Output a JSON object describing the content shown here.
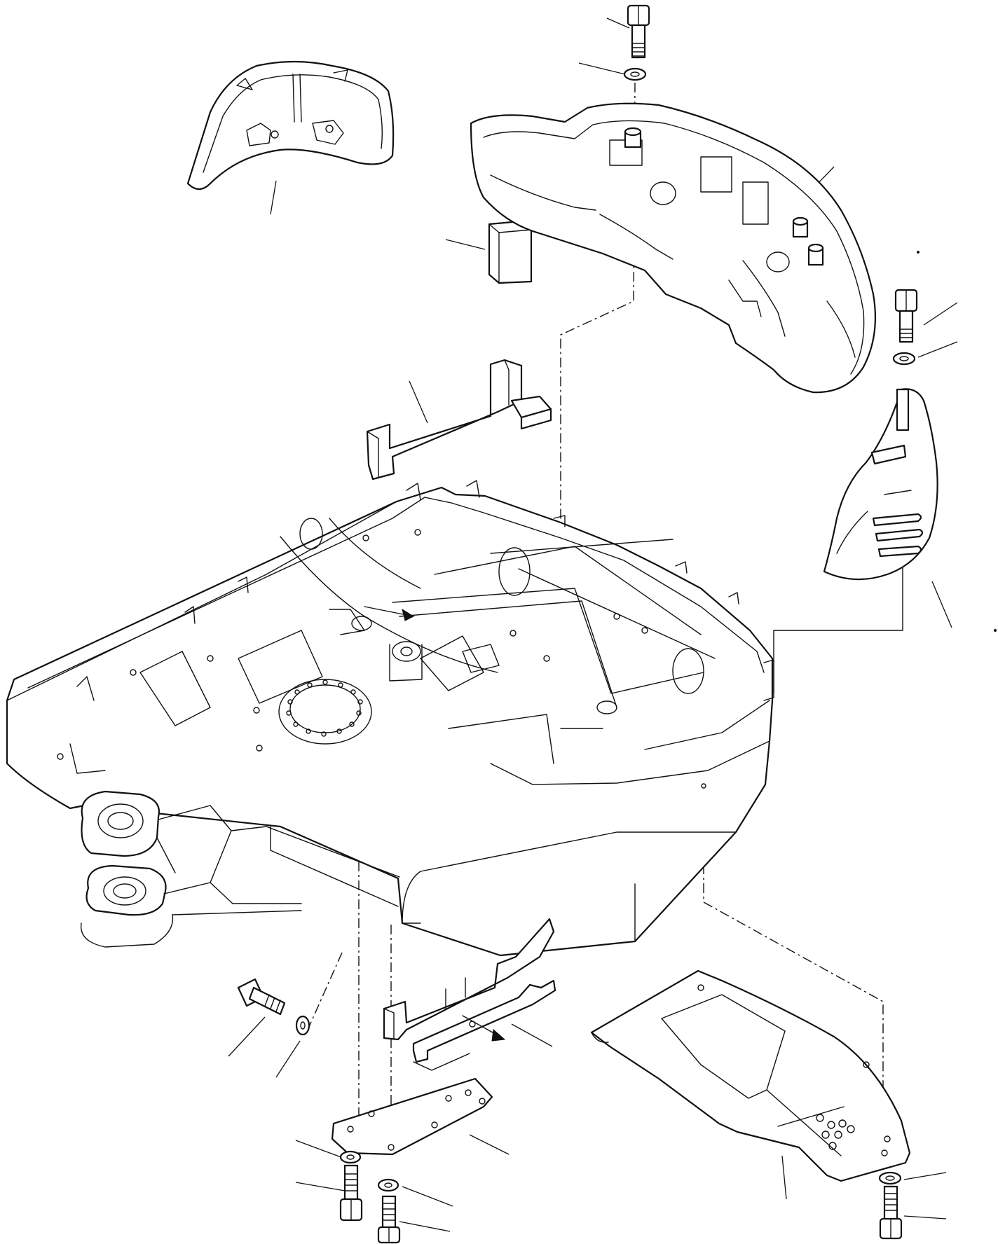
{
  "diagram": {
    "colors": {
      "ink": "#111111",
      "paper": "#ffffff"
    },
    "parts": [
      {
        "key": "bolt-top",
        "icon": "bolt-icon"
      },
      {
        "key": "washer-top",
        "icon": "washer-icon"
      },
      {
        "key": "counterweight",
        "icon": "counterweight-icon"
      },
      {
        "key": "left-cover",
        "icon": "cover-icon"
      },
      {
        "key": "pad",
        "icon": "pad-icon"
      },
      {
        "key": "bracket-upper",
        "icon": "bracket-icon"
      },
      {
        "key": "bolt-right",
        "icon": "bolt-icon"
      },
      {
        "key": "washer-right",
        "icon": "washer-icon"
      },
      {
        "key": "right-cover",
        "icon": "cover-icon"
      },
      {
        "key": "revolving-frame",
        "icon": "frame-icon"
      },
      {
        "key": "bracket-lower",
        "icon": "bracket-icon"
      },
      {
        "key": "plate-small",
        "icon": "plate-icon"
      },
      {
        "key": "plate-large",
        "icon": "plate-icon"
      },
      {
        "key": "bolt-side",
        "icon": "bolt-icon"
      },
      {
        "key": "bolt-bottom-left",
        "icon": "bolt-icon"
      },
      {
        "key": "bolt-bottom-mid",
        "icon": "bolt-icon"
      },
      {
        "key": "bolt-bottom-right",
        "icon": "bolt-icon"
      }
    ]
  }
}
